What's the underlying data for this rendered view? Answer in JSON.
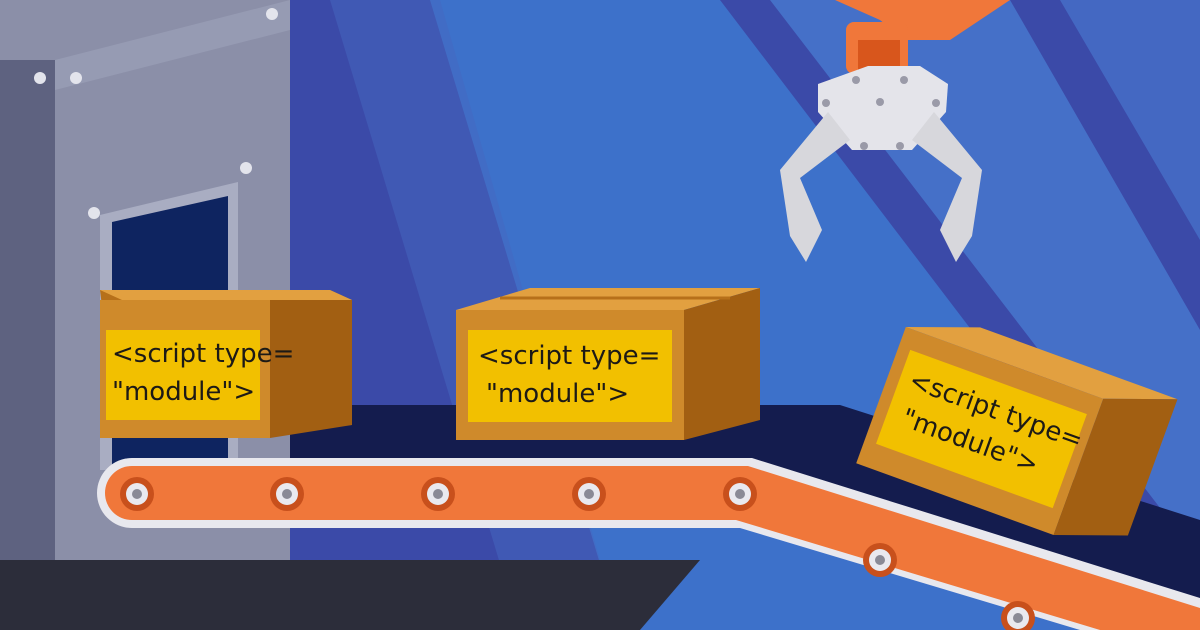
{
  "boxes": [
    {
      "line1": "<script type=",
      "line2": "\"module\">"
    },
    {
      "line1": "<script type=",
      "line2": "\"module\">"
    },
    {
      "line1": "<script type=",
      "line2": "\"module\">"
    }
  ],
  "colors": {
    "background": "#3b4aa8",
    "light_beam": "#3f7fd6",
    "machine": "#8a8ea8",
    "conveyor_belt": "#f0773a",
    "box": "#d08a2a",
    "label": "#f2c000",
    "robot_arm": "#f0773a",
    "claw": "#d7d7dc"
  }
}
